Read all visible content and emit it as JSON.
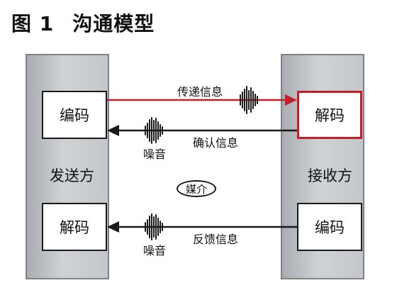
{
  "figure": {
    "number": "图 1",
    "title": "沟通模型"
  },
  "sender": {
    "label": "发送方",
    "top_box": "编码",
    "bottom_box": "解码"
  },
  "receiver": {
    "label": "接收方",
    "top_box": "解码",
    "bottom_box": "编码"
  },
  "arrows": {
    "transmit": "传递信息",
    "confirm": "确认信息",
    "feedback": "反馈信息"
  },
  "noise": {
    "label_top": "噪音",
    "label_bottom": "噪音"
  },
  "medium": "媒介",
  "colors": {
    "accent": "#c21f2c",
    "line": "#1a1a1a",
    "panel": "#c4c7ca"
  }
}
